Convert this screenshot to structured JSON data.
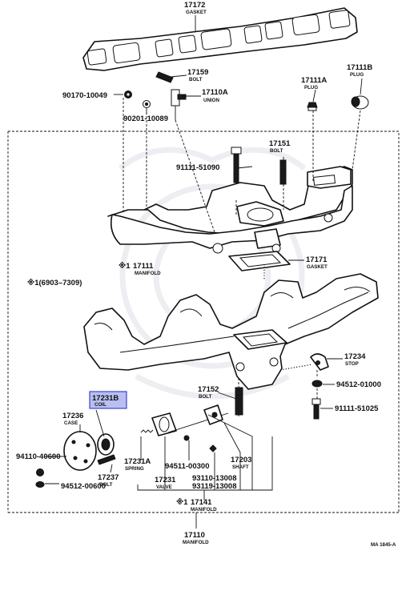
{
  "parts": [
    {
      "id": "p17172",
      "number": "17172",
      "name": "GASKET"
    },
    {
      "id": "p17159",
      "number": "17159",
      "name": "BOLT"
    },
    {
      "id": "p17111B",
      "number": "17111B",
      "name": "PLUG"
    },
    {
      "id": "p90170",
      "number": "90170-10049",
      "name": ""
    },
    {
      "id": "p17110A",
      "number": "17110A",
      "name": "UNION"
    },
    {
      "id": "p17111A",
      "number": "17111A",
      "name": "PLUG"
    },
    {
      "id": "p90201",
      "number": "90201-10089",
      "name": ""
    },
    {
      "id": "p17151",
      "number": "17151",
      "name": "BOLT"
    },
    {
      "id": "p91111a",
      "number": "91111-51090",
      "name": ""
    },
    {
      "id": "p17111",
      "number": "17111",
      "name": "MANIFOLD"
    },
    {
      "id": "p17171",
      "number": "17171",
      "name": "GASKET"
    },
    {
      "id": "p17234",
      "number": "17234",
      "name": "STOP"
    },
    {
      "id": "p94512a",
      "number": "94512-01000",
      "name": ""
    },
    {
      "id": "p17152",
      "number": "17152",
      "name": "BOLT"
    },
    {
      "id": "p17231B",
      "number": "17231B",
      "name": "COIL"
    },
    {
      "id": "p91111b",
      "number": "91111-51025",
      "name": ""
    },
    {
      "id": "p17236",
      "number": "17236",
      "name": "CASE"
    },
    {
      "id": "p94110",
      "number": "94110-40600",
      "name": ""
    },
    {
      "id": "p17231A",
      "number": "17231A",
      "name": "SPRING"
    },
    {
      "id": "p94511",
      "number": "94511-00300",
      "name": ""
    },
    {
      "id": "p17203",
      "number": "17203",
      "name": "SHAFT"
    },
    {
      "id": "p17237",
      "number": "17237",
      "name": "BOLT"
    },
    {
      "id": "p94512b",
      "number": "94512-00600",
      "name": ""
    },
    {
      "id": "p17231",
      "number": "17231",
      "name": "VALVE"
    },
    {
      "id": "p93110",
      "number": "93110-13008",
      "name": ""
    },
    {
      "id": "p93119",
      "number": "93119-13008",
      "name": ""
    },
    {
      "id": "p17141",
      "number": "17141",
      "name": "MANIFOLD"
    },
    {
      "id": "p17110",
      "number": "17110",
      "name": "MANIFOLD"
    }
  ],
  "marks": {
    "p17111": "※1",
    "p17141": "※1"
  },
  "note": "※1(6903–7309)",
  "highlighted": "p17231B",
  "code": "MA 1845-A",
  "colors": {
    "highlight_fill": "#b9bff2",
    "highlight_stroke": "#3c45c8",
    "ink": "#111111"
  }
}
